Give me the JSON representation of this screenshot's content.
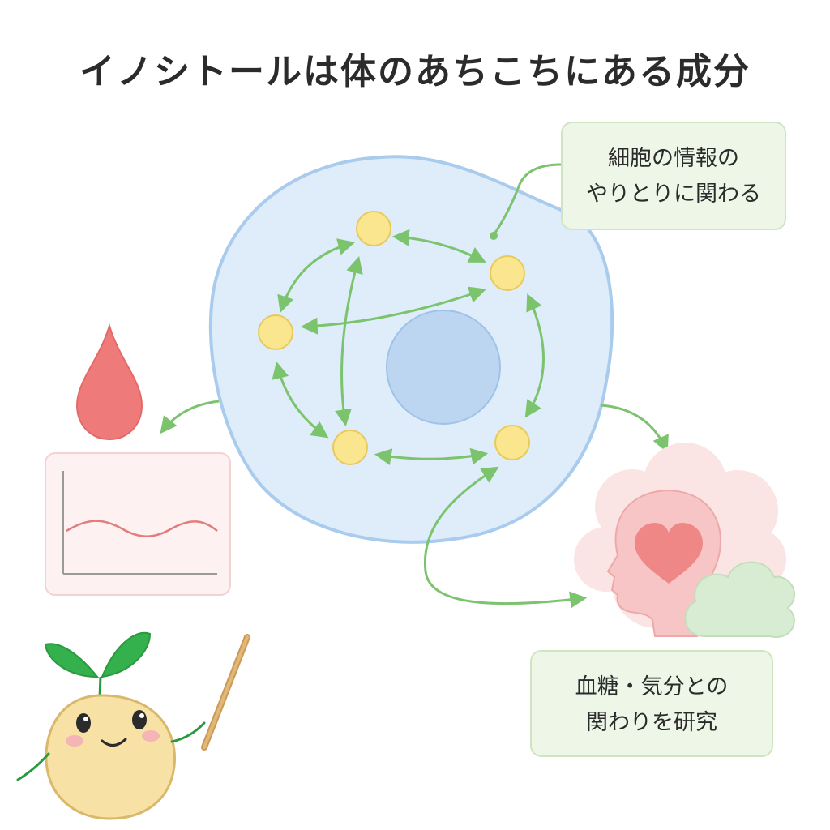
{
  "title": "イノシトールは体のあちこちにある成分",
  "callouts": {
    "cell_signal": {
      "line1": "細胞の情報の",
      "line2": "やりとりに関わる"
    },
    "research": {
      "line1": "血糖・気分との",
      "line2": "関わりを研究"
    }
  },
  "icons": {
    "cell": "cell-icon",
    "nucleus": "nucleus-icon",
    "molecule": "molecule-dot-icon",
    "blood_drop": "blood-drop-icon",
    "graph": "blood-sugar-graph-icon",
    "head": "head-heart-icon",
    "cloud": "cloud-icon",
    "mascot": "seedling-mascot-icon",
    "pointer": "pointer-stick-icon"
  },
  "colors": {
    "cell_fill": "#deedf9",
    "cell_stroke": "#a9cbed",
    "nucleus": "#bcd6f2",
    "molecule": "#fbe690",
    "arrow": "#7cc36e",
    "drop": "#ee7a7a",
    "heart": "#f08787",
    "callout_bg": "#eef6e8"
  }
}
